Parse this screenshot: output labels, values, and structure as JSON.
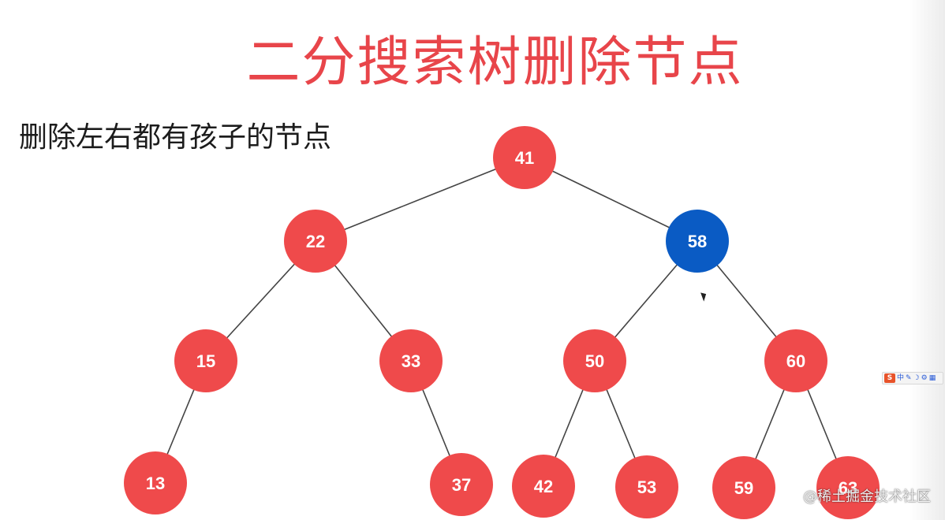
{
  "slide": {
    "title": "二分搜索树删除节点",
    "subtitle": "删除左右都有孩子的节点"
  },
  "colors": {
    "node_default": "#ef4a4b",
    "node_highlight": "#0a5bc4",
    "edge": "#444444",
    "title": "#e8454a"
  },
  "tree": {
    "nodes": [
      {
        "id": "n41",
        "label": "41",
        "highlight": false
      },
      {
        "id": "n22",
        "label": "22",
        "highlight": false
      },
      {
        "id": "n58",
        "label": "58",
        "highlight": true
      },
      {
        "id": "n15",
        "label": "15",
        "highlight": false
      },
      {
        "id": "n33",
        "label": "33",
        "highlight": false
      },
      {
        "id": "n50",
        "label": "50",
        "highlight": false
      },
      {
        "id": "n60",
        "label": "60",
        "highlight": false
      },
      {
        "id": "n13",
        "label": "13",
        "highlight": false
      },
      {
        "id": "n37",
        "label": "37",
        "highlight": false
      },
      {
        "id": "n42",
        "label": "42",
        "highlight": false
      },
      {
        "id": "n53",
        "label": "53",
        "highlight": false
      },
      {
        "id": "n59",
        "label": "59",
        "highlight": false
      },
      {
        "id": "n63",
        "label": "63",
        "highlight": false
      }
    ],
    "edges": [
      [
        "n41",
        "n22"
      ],
      [
        "n41",
        "n58"
      ],
      [
        "n22",
        "n15"
      ],
      [
        "n22",
        "n33"
      ],
      [
        "n58",
        "n50"
      ],
      [
        "n58",
        "n60"
      ],
      [
        "n15",
        "n13"
      ],
      [
        "n33",
        "n37"
      ],
      [
        "n50",
        "n42"
      ],
      [
        "n50",
        "n53"
      ],
      [
        "n60",
        "n59"
      ],
      [
        "n60",
        "n63"
      ]
    ]
  },
  "ime_toolbar": {
    "logo": "S",
    "mode": "中",
    "items": [
      "✎",
      "☽",
      "⚙",
      "▦"
    ]
  },
  "watermark": "@稀土掘金技术社区"
}
